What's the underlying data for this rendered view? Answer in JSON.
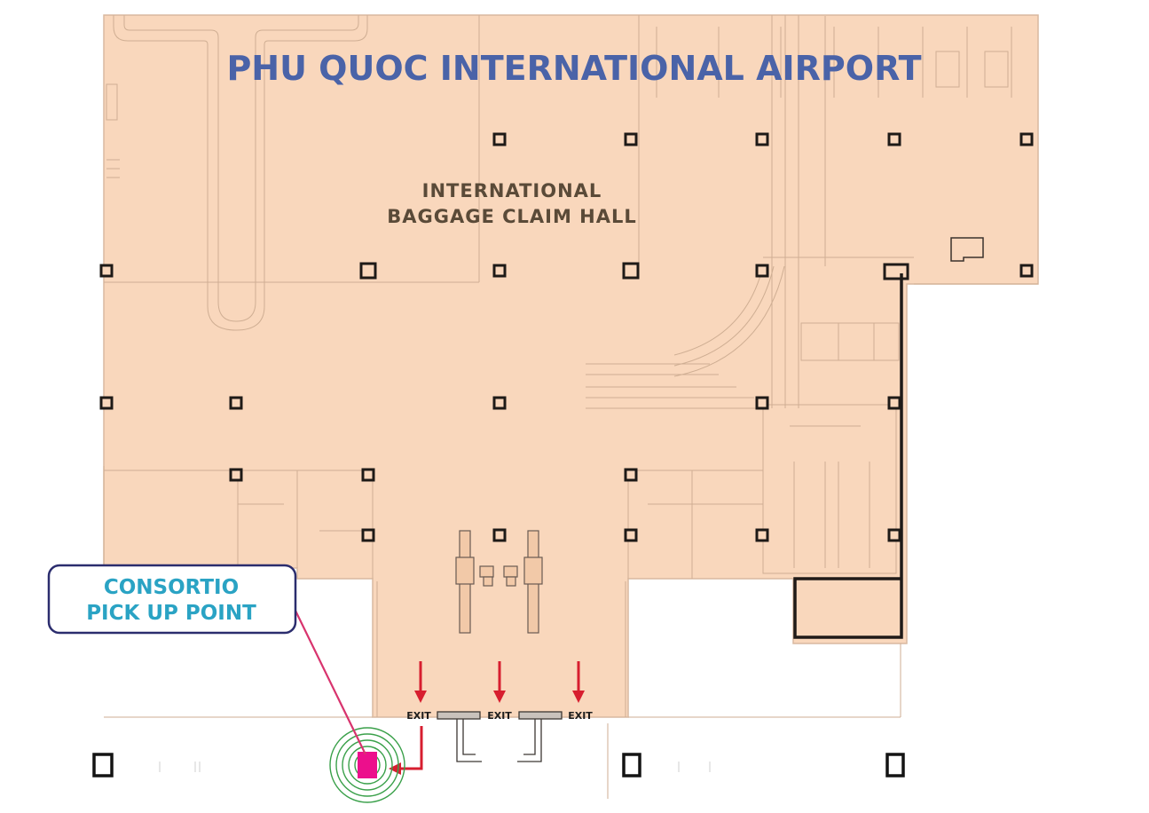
{
  "title": "PHU QUOC INTERNATIONAL AIRPORT",
  "hall": {
    "line1": "INTERNATIONAL",
    "line2": "BAGGAGE CLAIM HALL"
  },
  "callout": {
    "line1": "CONSORTIO",
    "line2": "PICK UP POINT"
  },
  "exits": [
    "EXIT",
    "EXIT",
    "EXIT"
  ],
  "colors": {
    "floor": "#f9d7bc",
    "title": "#4a63a8",
    "hall_text": "#5a4a38",
    "callout_border": "#2b2d6e",
    "callout_text": "#2aa3c4",
    "pickup_marker": "#ec0f8c",
    "leader_line": "#d8346e",
    "exit_arrow": "#d71e2f",
    "radar_rings": "#3aa04a"
  },
  "icons": [
    "exit-arrow-icon",
    "pickup-marker-icon",
    "radar-rings-icon",
    "column-icon"
  ]
}
